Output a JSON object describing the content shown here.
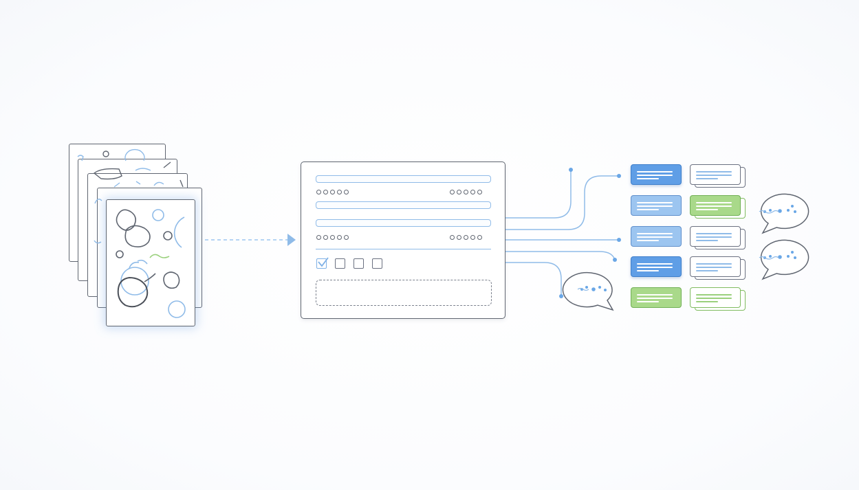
{
  "diagram": {
    "title": "",
    "nodes": [
      {
        "id": "sketch-stack",
        "kind": "stack of hand-drawn sketch pages",
        "count": 5
      },
      {
        "id": "structured-form",
        "kind": "structured form with text fields, rating dots, checkboxes and drop zone"
      },
      {
        "id": "output-chips",
        "kind": "grid of output label chips",
        "rows": 5,
        "cols": 2
      },
      {
        "id": "speech-bubbles",
        "kind": "speech bubbles",
        "count": 3
      }
    ],
    "edges": [
      {
        "from": "sketch-stack",
        "to": "structured-form",
        "style": "dashed arrow"
      },
      {
        "from": "structured-form",
        "to": "output-chips",
        "style": "branching connector lines",
        "count": 5
      }
    ],
    "colors": {
      "accent_blue": "#5f9ee6",
      "light_blue": "#8fbbe8",
      "accent_green": "#a9d98a",
      "stroke": "#5f6570"
    },
    "checkboxes": [
      true,
      false,
      false,
      false
    ],
    "chips": [
      {
        "left": "blue-fill",
        "right": "outline"
      },
      {
        "left": "blue-light",
        "right": "green-fill"
      },
      {
        "left": "blue-light",
        "right": "outline"
      },
      {
        "left": "blue-fill",
        "right": "outline"
      },
      {
        "left": "green-fill",
        "right": "outline-green"
      }
    ]
  }
}
